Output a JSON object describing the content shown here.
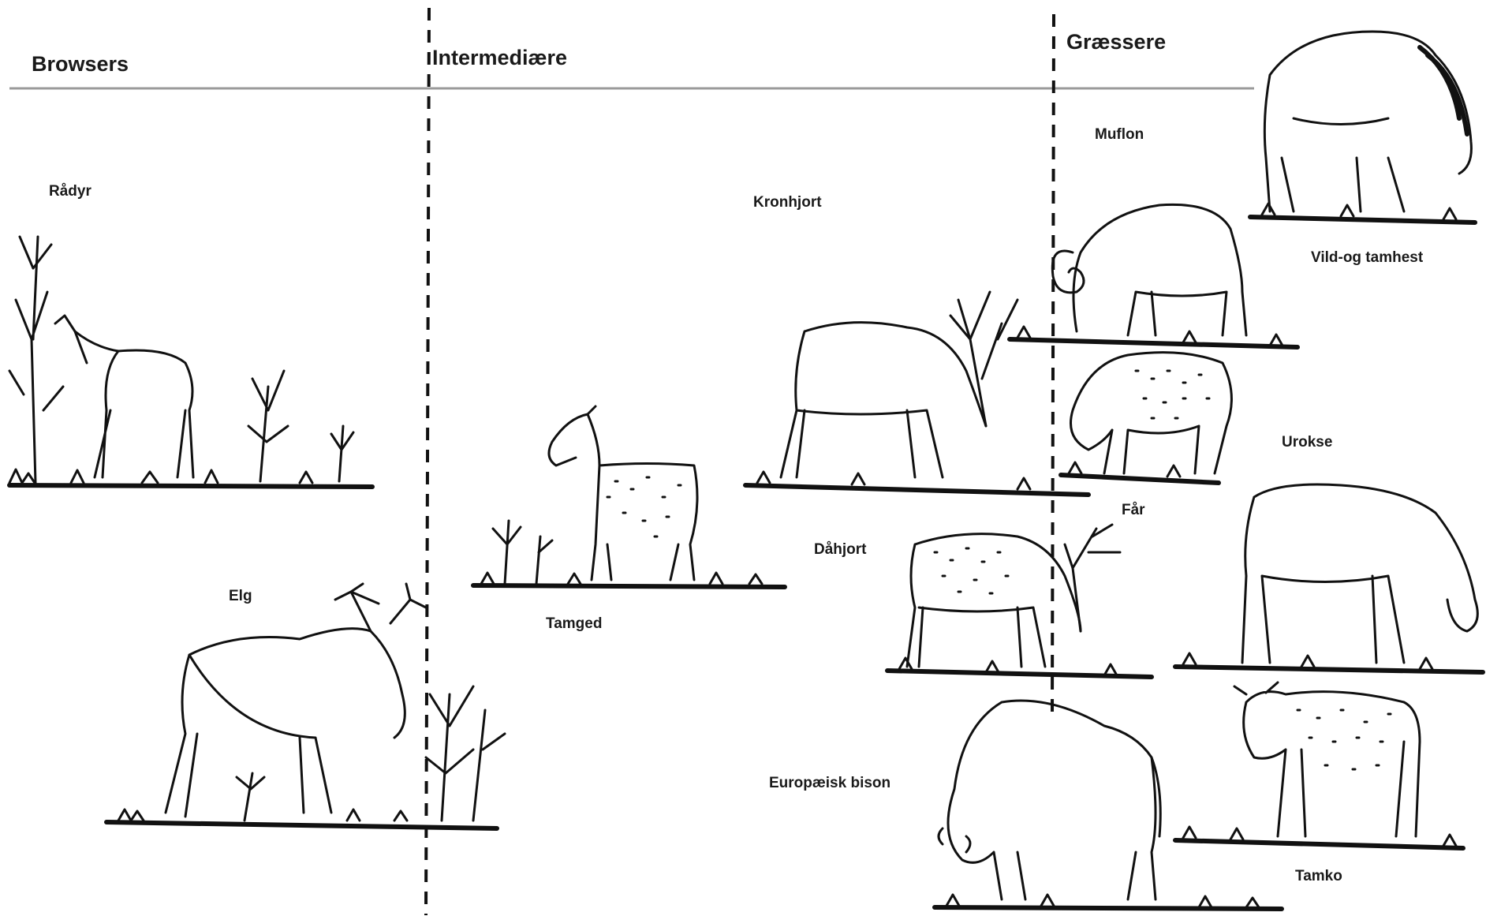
{
  "headers": {
    "browsers": "Browsers",
    "intermediate": "Intermediære",
    "grazers": "Græssere"
  },
  "species": {
    "roe_deer": "Rådyr",
    "elk": "Elg",
    "red_deer": "Kronhjort",
    "domestic_goat": "Tamged",
    "fallow_deer": "Dåhjort",
    "european_bison": "Europæisk bison",
    "mouflon": "Muflon",
    "sheep": "Får",
    "wild_domestic_horse": "Vild-og tamhest",
    "aurochs": "Urokse",
    "domestic_cattle": "Tamko"
  },
  "colors": {
    "ink": "#111111",
    "rule": "#9a9a9a",
    "background": "#ffffff"
  }
}
